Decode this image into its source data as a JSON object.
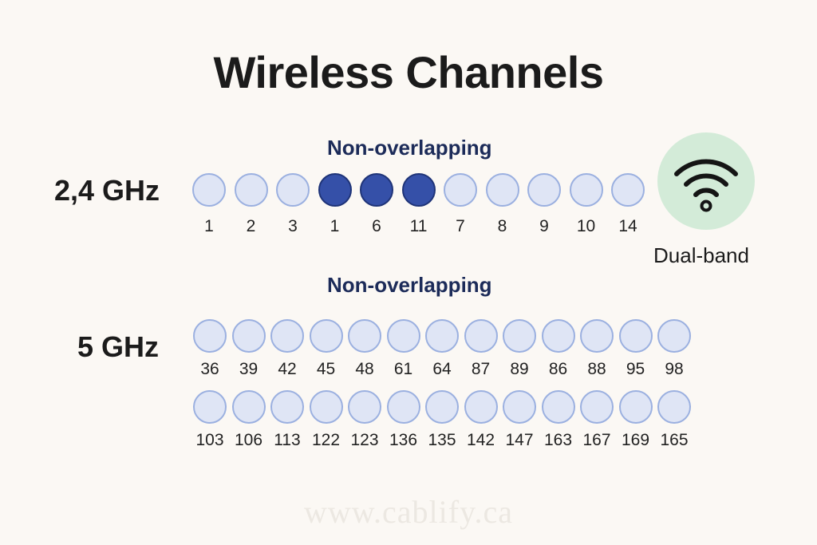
{
  "title": "Wireless Channels",
  "non_overlapping_label": "Non-overlapping",
  "dual_band_label": "Dual-band",
  "watermark": "www.cablify.ca",
  "colors": {
    "background": "#fbf8f4",
    "channel_fill": "#dfe5f5",
    "channel_border": "#9bb0e0",
    "highlight_fill": "#3550a8",
    "label_navy": "#1c2b59",
    "badge_green": "#d3ebd8"
  },
  "icons": {
    "badge": "wifi-icon"
  },
  "bands": {
    "ghz24": {
      "label": "2,4 GHz",
      "channels": [
        {
          "number": "1",
          "highlight": false
        },
        {
          "number": "2",
          "highlight": false
        },
        {
          "number": "3",
          "highlight": false
        },
        {
          "number": "1",
          "highlight": true
        },
        {
          "number": "6",
          "highlight": true
        },
        {
          "number": "11",
          "highlight": true
        },
        {
          "number": "7",
          "highlight": false
        },
        {
          "number": "8",
          "highlight": false
        },
        {
          "number": "9",
          "highlight": false
        },
        {
          "number": "10",
          "highlight": false
        },
        {
          "number": "14",
          "highlight": false
        }
      ]
    },
    "ghz5": {
      "label": "5 GHz",
      "rows": [
        [
          "36",
          "39",
          "42",
          "45",
          "48",
          "61",
          "64",
          "87",
          "89",
          "86",
          "88",
          "95",
          "98"
        ],
        [
          "103",
          "106",
          "113",
          "122",
          "123",
          "136",
          "135",
          "142",
          "147",
          "163",
          "167",
          "169",
          "165"
        ]
      ]
    }
  }
}
